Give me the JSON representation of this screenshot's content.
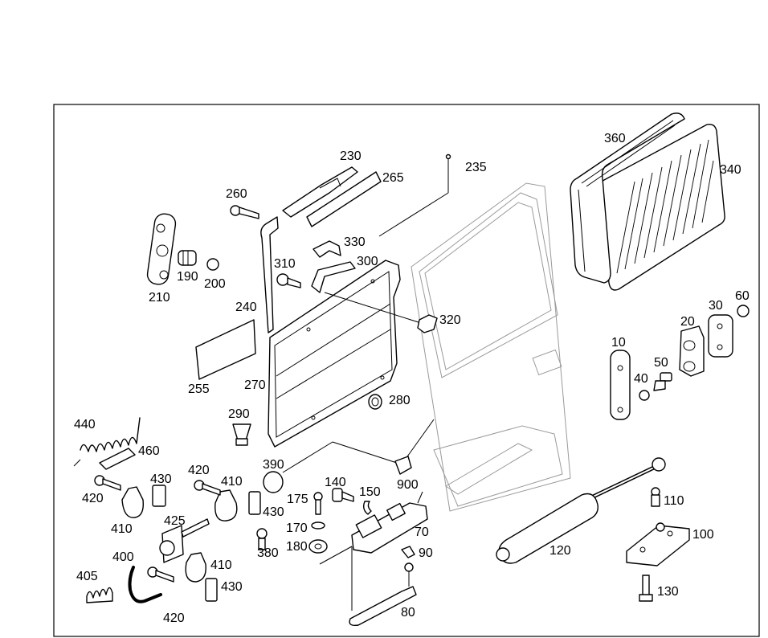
{
  "diagram": {
    "labels": {
      "p10": "10",
      "p20": "20",
      "p30": "30",
      "p40": "40",
      "p50": "50",
      "p60": "60",
      "p70": "70",
      "p80": "80",
      "p90": "90",
      "p100": "100",
      "p110": "110",
      "p120": "120",
      "p130": "130",
      "p140": "140",
      "p150": "150",
      "p170": "170",
      "p175": "175",
      "p180": "180",
      "p190": "190",
      "p200": "200",
      "p210": "210",
      "p230": "230",
      "p235": "235",
      "p240": "240",
      "p255": "255",
      "p260": "260",
      "p265": "265",
      "p270": "270",
      "p280": "280",
      "p290": "290",
      "p300": "300",
      "p310": "310",
      "p320": "320",
      "p330": "330",
      "p340": "340",
      "p360": "360",
      "p380": "380",
      "p390": "390",
      "p400": "400",
      "p405": "405",
      "p410a": "410",
      "p410b": "410",
      "p410c": "410",
      "p420a": "420",
      "p420b": "420",
      "p420c": "420",
      "p425": "425",
      "p430a": "430",
      "p430b": "430",
      "p430c": "430",
      "p440": "440",
      "p460": "460",
      "p900": "900"
    }
  }
}
